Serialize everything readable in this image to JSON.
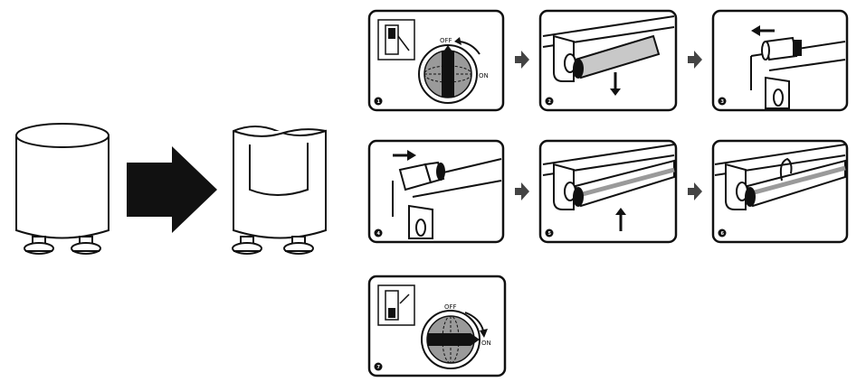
{
  "dial": {
    "off_label": "OFF",
    "on_label": "ON"
  },
  "steps": [
    {
      "number": "1"
    },
    {
      "number": "2"
    },
    {
      "number": "3"
    },
    {
      "number": "4"
    },
    {
      "number": "5"
    },
    {
      "number": "6"
    },
    {
      "number": "7"
    }
  ],
  "colors": {
    "ink": "#111111",
    "dial_gray": "#9a9a9a",
    "tube_gray": "#c8c8c8",
    "paper": "#ffffff"
  },
  "icons": [
    "starter-new-icon",
    "big-arrow-icon",
    "starter-old-icon",
    "wall-switch-icon",
    "rotary-dial-icon",
    "step-arrow-icon",
    "fluorescent-tube-icon"
  ]
}
